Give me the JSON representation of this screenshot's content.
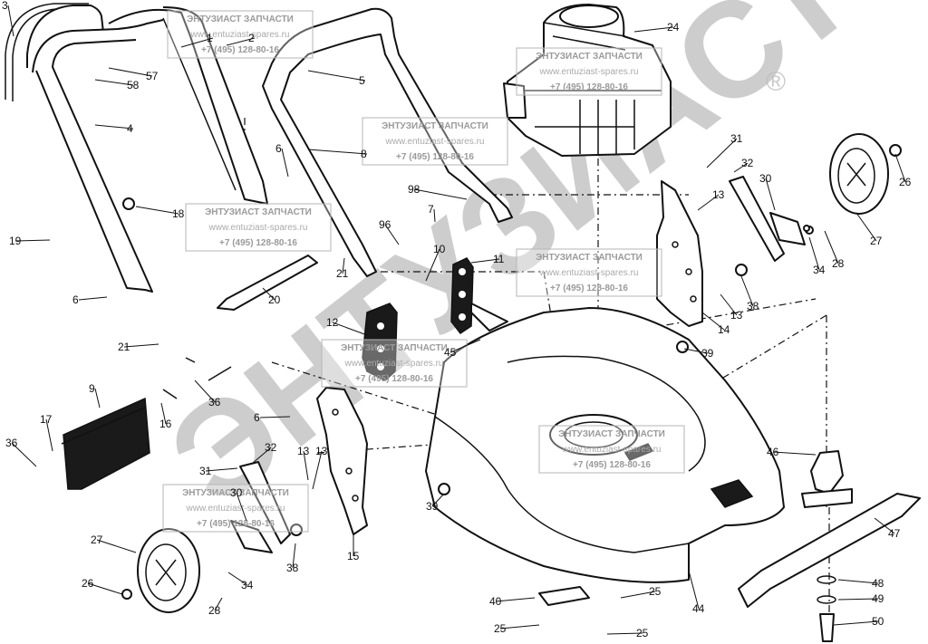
{
  "diagram": {
    "watermark": {
      "brand": "ЭНТУЗИАСТ",
      "registered": "®"
    },
    "stamp": {
      "line1": "ЭНТУЗИАСТ ЗАПЧАСТИ",
      "line2": "www.entuziast-spares.ru",
      "line3": "+7 (495) 128-80-16"
    },
    "callouts": [
      "3",
      "1",
      "2",
      "24",
      "57",
      "58",
      "5",
      "4",
      "8",
      "6",
      "31",
      "32",
      "26",
      "30",
      "98",
      "13",
      "18",
      "7",
      "96",
      "27",
      "19",
      "10",
      "11",
      "21",
      "34",
      "28",
      "20",
      "12",
      "6",
      "38",
      "14",
      "13",
      "21",
      "45",
      "39",
      "9",
      "36",
      "17",
      "16",
      "6",
      "36",
      "13",
      "32",
      "31",
      "46",
      "30",
      "39",
      "13",
      "27",
      "34",
      "38",
      "15",
      "47",
      "26",
      "25",
      "40",
      "48",
      "44",
      "49",
      "25",
      "25",
      "28",
      "50"
    ],
    "colors": {
      "ink": "#111111",
      "watermark": "#bdbdbd",
      "stamp": "#9a9a9a"
    }
  }
}
